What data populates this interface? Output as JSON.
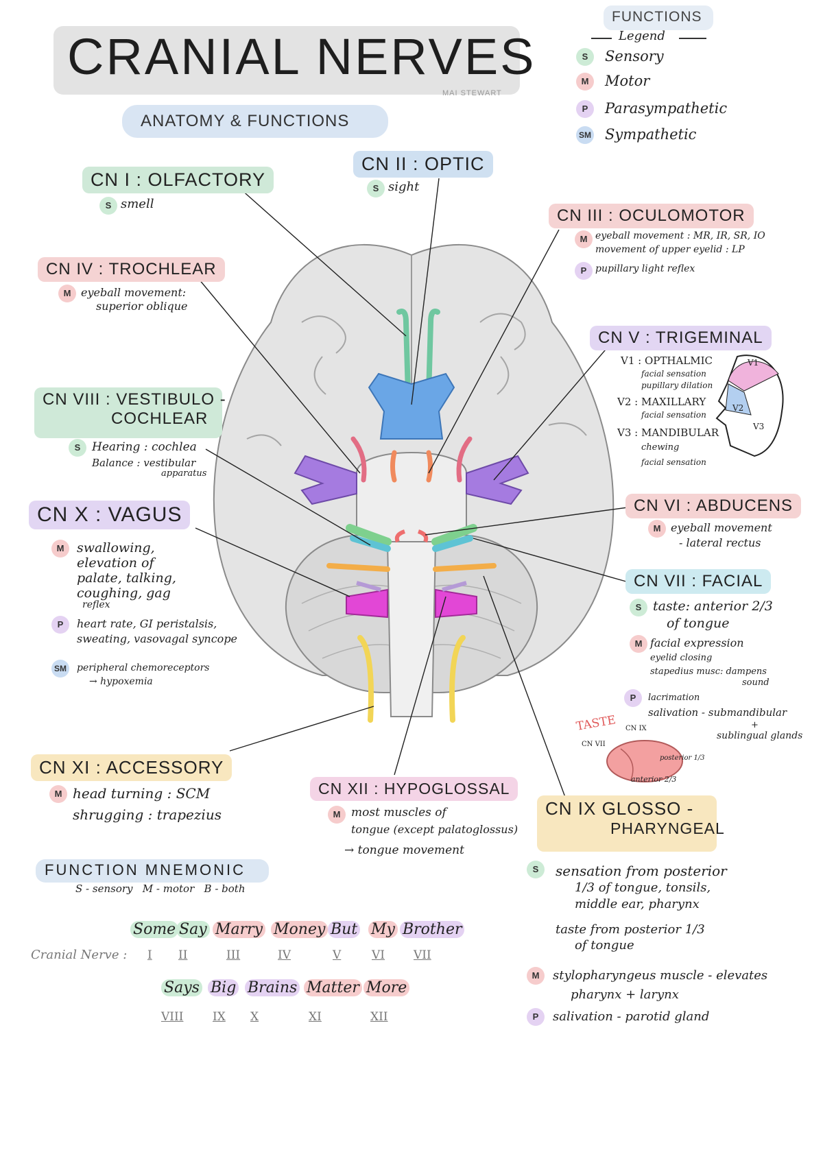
{
  "header": {
    "title": "CRANIAL NERVES",
    "author": "MAI STEWART",
    "subtitle": "ANATOMY & FUNCTIONS"
  },
  "legend": {
    "title": "FUNCTIONS",
    "subtitle": "Legend",
    "items": [
      {
        "badge": "S",
        "label": "Sensory",
        "color": "#cdebd6"
      },
      {
        "badge": "M",
        "label": "Motor",
        "color": "#f6cccc"
      },
      {
        "badge": "P",
        "label": "Parasympathetic",
        "color": "#e4d2f2"
      },
      {
        "badge": "SM",
        "label": "Sympathetic",
        "color": "#c9dcf2"
      }
    ]
  },
  "nerves": {
    "cn1": {
      "title": "CN I : OLFACTORY",
      "s": "smell"
    },
    "cn2": {
      "title": "CN II : OPTIC",
      "s": "sight"
    },
    "cn3": {
      "title": "CN III : OCULOMOTOR",
      "m1": "eyeball movement : MR, IR, SR, IO",
      "m2": "movement of upper eyelid : LP",
      "p": "pupillary light reflex"
    },
    "cn4": {
      "title": "CN IV : TROCHLEAR",
      "m1": "eyeball movement:",
      "m2": "superior oblique"
    },
    "cn5": {
      "title": "CN V : TRIGEMINAL",
      "v1": "V1 : OPTHALMIC",
      "v1s": "facial sensation",
      "v1sm": "pupillary dilation",
      "v2": "V2 : MAXILLARY",
      "v2s": "facial sensation",
      "v3": "V3 : MANDIBULAR",
      "v3m": "chewing",
      "v3s": "facial sensation",
      "face_v1": "V1",
      "face_v2": "V2",
      "face_v3": "V3"
    },
    "cn6": {
      "title": "CN VI : ABDUCENS",
      "m1": "eyeball movement",
      "m2": "- lateral rectus"
    },
    "cn7": {
      "title": "CN VII : FACIAL",
      "s1": "taste: anterior 2/3",
      "s2": "of tongue",
      "m1": "facial expression",
      "m2": "eyelid closing",
      "m3": "stapedius musc: dampens",
      "m4": "sound",
      "p1": "lacrimation",
      "p2": "salivation - submandibular",
      "p3": "+",
      "p4": "sublingual glands"
    },
    "cn8": {
      "title1": "CN VIII : VESTIBULO -",
      "title2": "COCHLEAR",
      "s1": "Hearing : cochlea",
      "s2": "Balance : vestibular",
      "s3": "apparatus"
    },
    "cn9": {
      "title1": "CN IX GLOSSO -",
      "title2": "PHARYNGEAL",
      "s1": "sensation from posterior",
      "s2": "1/3 of tongue, tonsils,",
      "s3": "middle ear, pharynx",
      "s4": "taste from posterior 1/3",
      "s5": "of tongue",
      "m1": "stylopharyngeus muscle - elevates",
      "m2": "pharynx + larynx",
      "p": "salivation - parotid gland"
    },
    "cn10": {
      "title": "CN X : VAGUS",
      "m1": "swallowing,",
      "m2": "elevation of",
      "m3": "palate, talking,",
      "m4": "coughing, gag",
      "m5": "reflex",
      "p1": "heart rate, GI peristalsis,",
      "p2": "sweating, vasovagal syncope",
      "sm1": "peripheral chemoreceptors",
      "sm2": "→ hypoxemia"
    },
    "cn11": {
      "title": "CN XI : ACCESSORY",
      "m1": "head turning : SCM",
      "m2": "shrugging : trapezius"
    },
    "cn12": {
      "title": "CN XII : HYPOGLOSSAL",
      "m1": "most muscles of",
      "m2": "tongue (except palatoglossus)",
      "m3": "→ tongue movement"
    }
  },
  "taste": {
    "label": "TASTE",
    "cn9": "CN IX",
    "cn7": "CN VII",
    "posterior": "posterior 1/3",
    "anterior": "anterior 2/3"
  },
  "mnemonic": {
    "title": "FUNCTION MNEMONIC",
    "key": "S - sensory   M - motor   B - both",
    "cranial_label": "Cranial Nerve :",
    "line1": [
      "Some",
      "Say",
      "Marry",
      "Money",
      "But",
      "My",
      "Brother"
    ],
    "line2": [
      "Says",
      "Big",
      "Brains",
      "Matter",
      "More"
    ],
    "numerals1": [
      "I",
      "II",
      "III",
      "IV",
      "V",
      "VI",
      "VII"
    ],
    "numerals2": [
      "VIII",
      "IX",
      "X",
      "XI",
      "XII"
    ]
  }
}
